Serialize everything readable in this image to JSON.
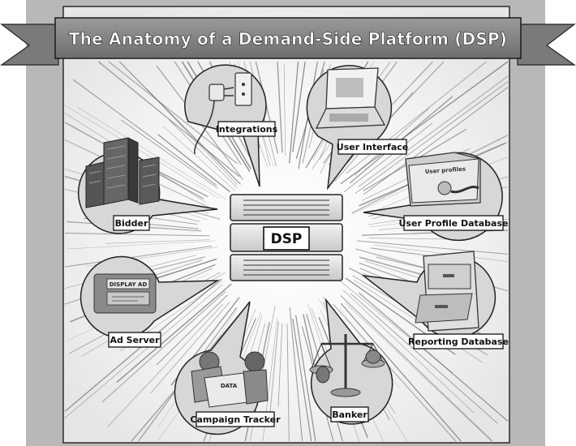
{
  "title": "The Anatomy of a Demand-Side Platform (DSP)",
  "center": {
    "label": "DSP"
  },
  "components": [
    {
      "id": "integrations",
      "label": "Integrations",
      "icon": "plug-icon"
    },
    {
      "id": "user-interface",
      "label": "User Interface",
      "icon": "laptop-icon"
    },
    {
      "id": "bidder",
      "label": "Bidder",
      "icon": "server-rack-icon"
    },
    {
      "id": "user-profile-database",
      "label": "User Profile Database",
      "icon": "folder-icon",
      "inner_text": "User profiles"
    },
    {
      "id": "ad-server",
      "label": "Ad Server",
      "icon": "display-ad-icon",
      "inner_text": "DISPLAY AD"
    },
    {
      "id": "reporting-database",
      "label": "Reporting Database",
      "icon": "filing-cabinet-icon"
    },
    {
      "id": "campaign-tracker",
      "label": "Campaign Tracker",
      "icon": "documents-icon",
      "inner_text": "DATA"
    },
    {
      "id": "banker",
      "label": "Banker",
      "icon": "scales-icon"
    }
  ]
}
